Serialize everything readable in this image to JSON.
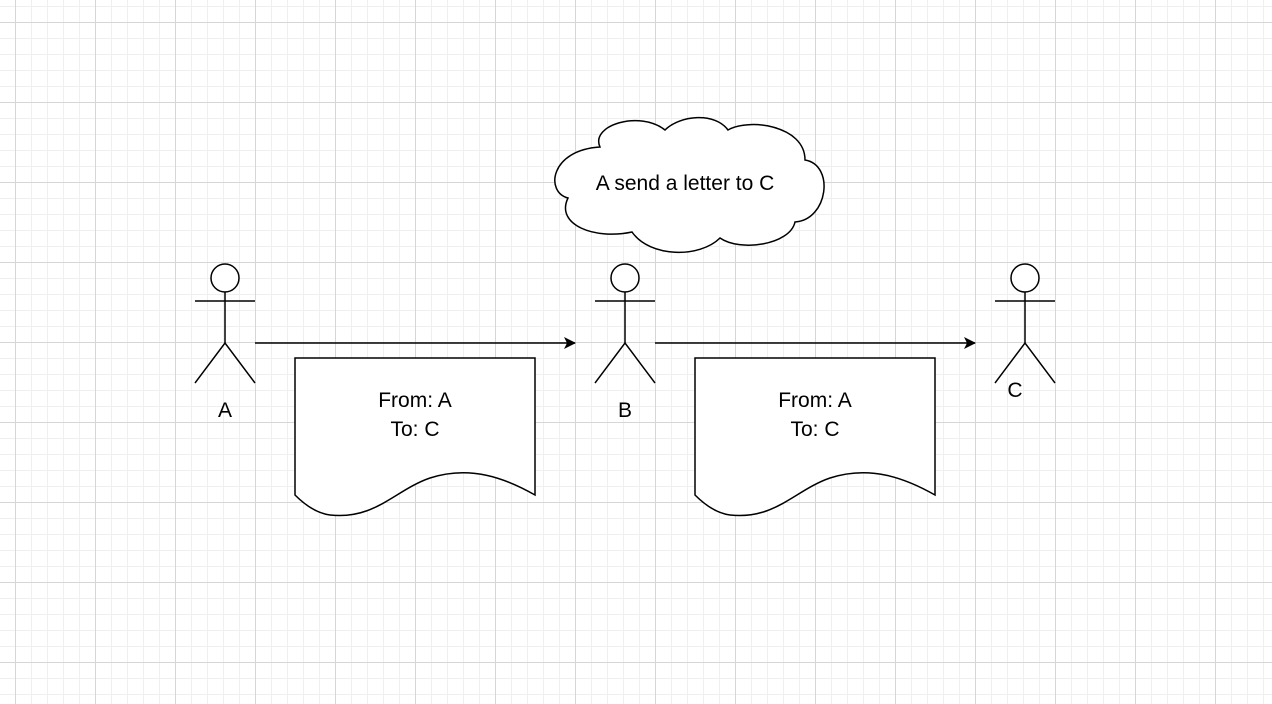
{
  "diagram": {
    "actors": [
      {
        "label": "A"
      },
      {
        "label": "B"
      },
      {
        "label": "C"
      }
    ],
    "cloud": {
      "text": "A send a letter to C"
    },
    "letters": [
      {
        "from": "From: A",
        "to": "To: C"
      },
      {
        "from": "From: A",
        "to": "To: C"
      }
    ]
  }
}
